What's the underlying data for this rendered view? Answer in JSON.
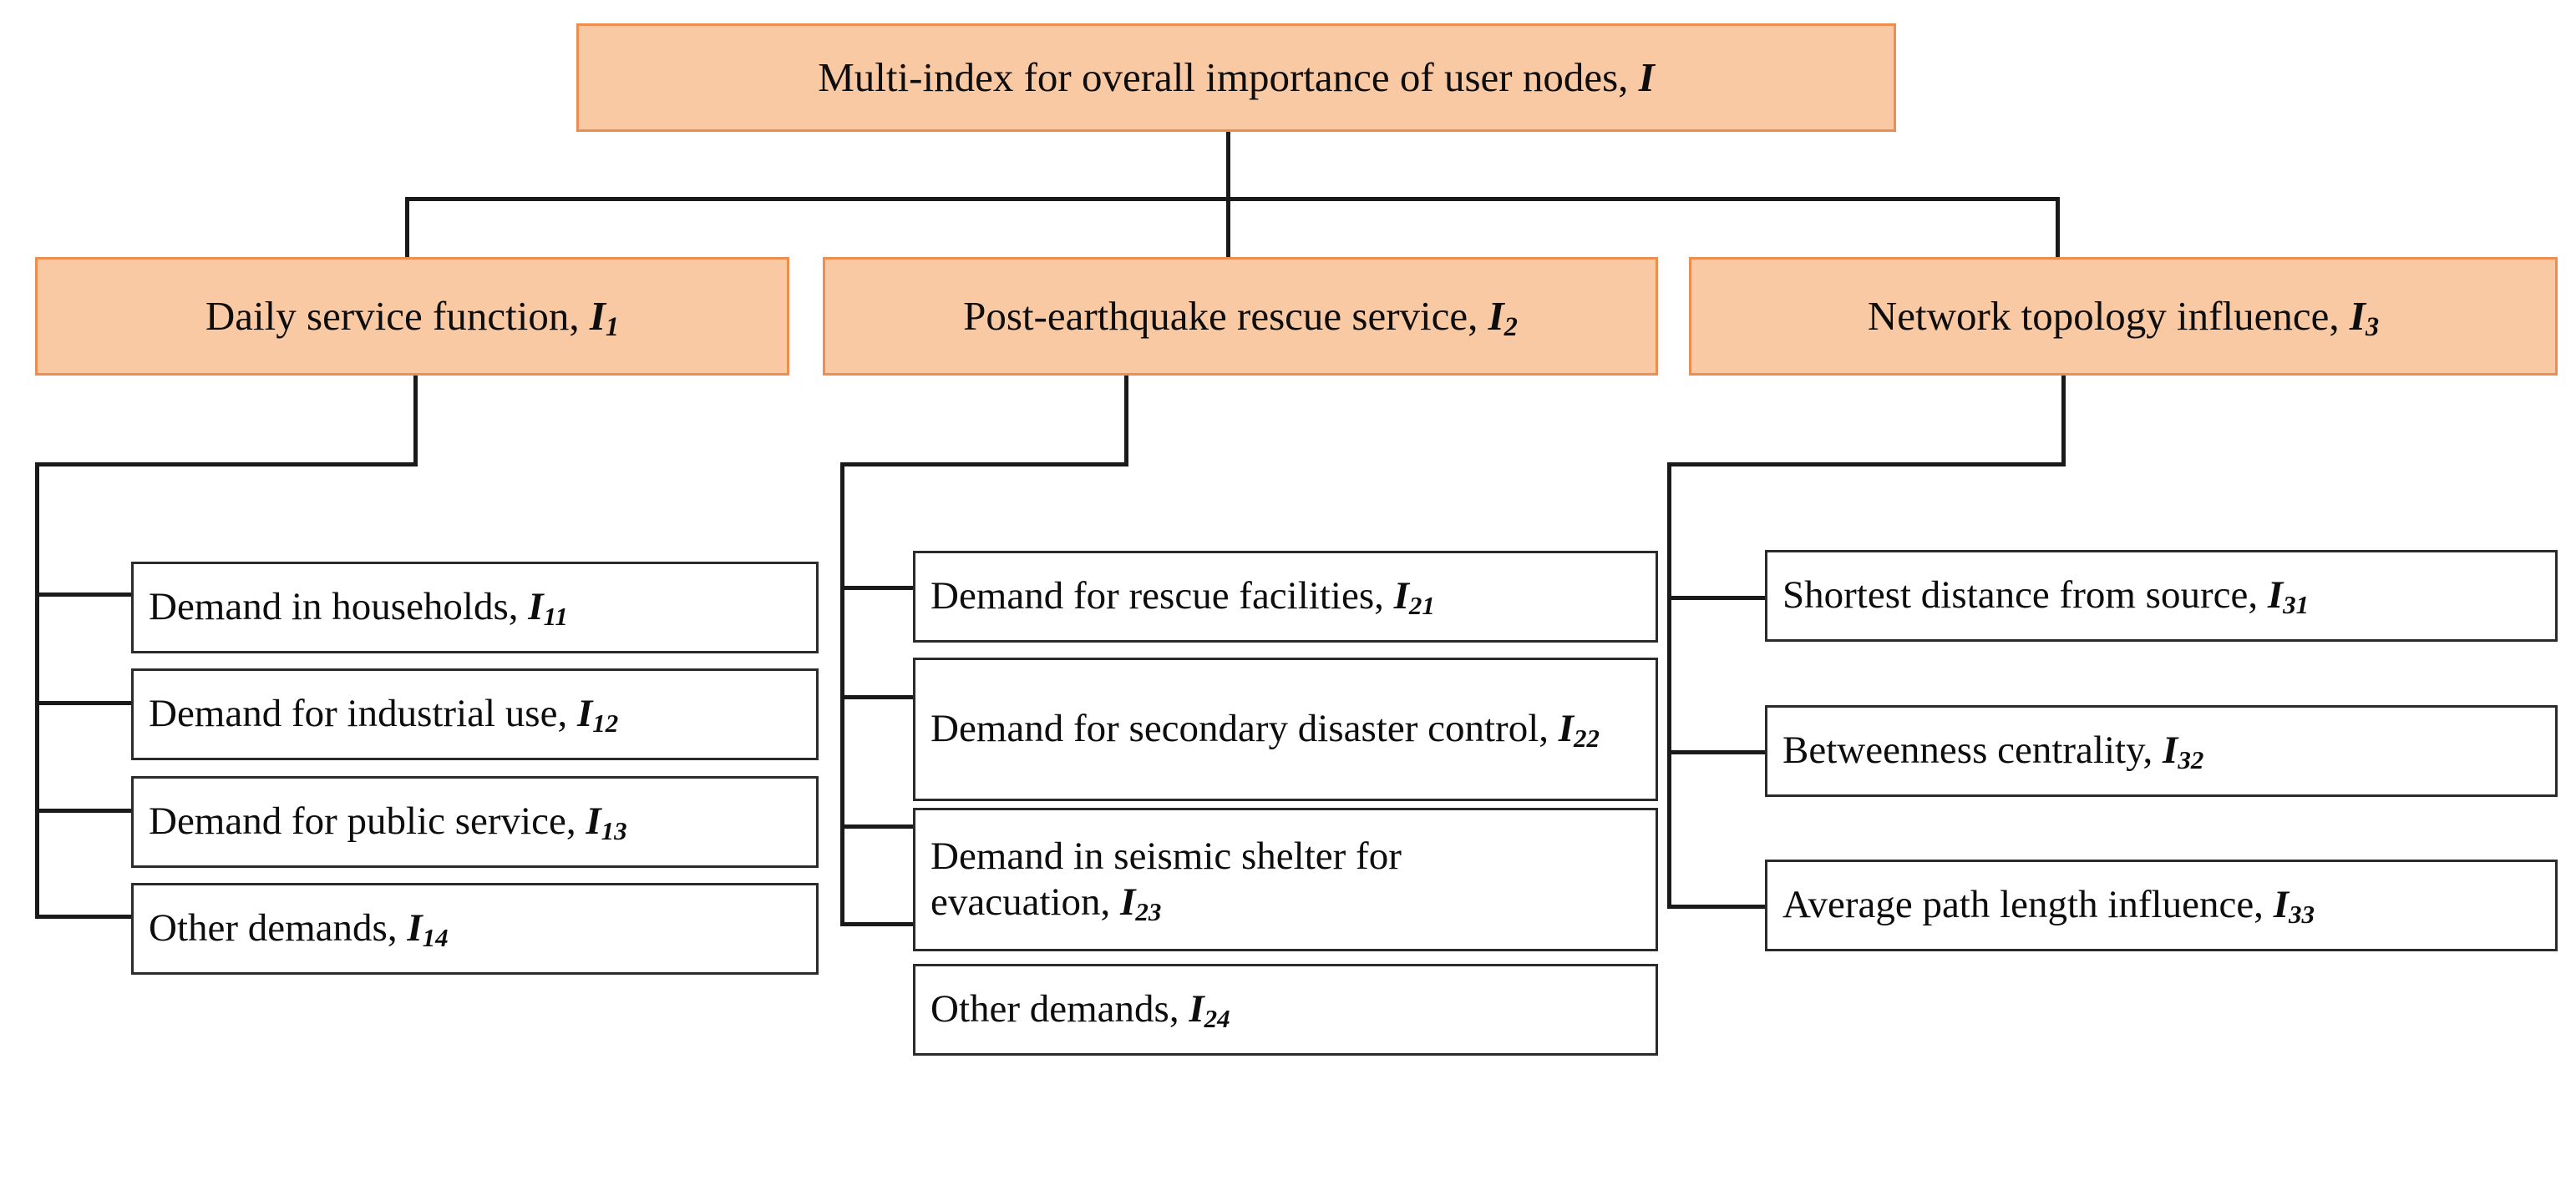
{
  "diagram": {
    "type": "hierarchy-tree",
    "title_node": {
      "id": "I",
      "label": "Multi-index for overall importance of user nodes,",
      "symbol": "I",
      "subscript": ""
    },
    "colors": {
      "orange_fill": "#F9C9A3",
      "orange_border": "#ED8D4F",
      "leaf_fill": "#FFFFFF",
      "leaf_border": "#2B2B2B",
      "connector": "#1A1A1A",
      "text": "#0D0D0D"
    },
    "branches": [
      {
        "id": "I1",
        "label": "Daily service function,",
        "symbol": "I",
        "subscript": "1",
        "children": [
          {
            "id": "I11",
            "label": "Demand in households,",
            "symbol": "I",
            "subscript": "11"
          },
          {
            "id": "I12",
            "label": "Demand for industrial use,",
            "symbol": "I",
            "subscript": "12"
          },
          {
            "id": "I13",
            "label": "Demand for public service,",
            "symbol": "I",
            "subscript": "13"
          },
          {
            "id": "I14",
            "label": "Other demands,",
            "symbol": "I",
            "subscript": "14"
          }
        ]
      },
      {
        "id": "I2",
        "label": "Post-earthquake rescue service,",
        "symbol": "I",
        "subscript": "2",
        "children": [
          {
            "id": "I21",
            "label": "Demand for rescue facilities,",
            "symbol": "I",
            "subscript": "21"
          },
          {
            "id": "I22",
            "label": "Demand for secondary disaster control,",
            "symbol": "I",
            "subscript": "22"
          },
          {
            "id": "I23",
            "label": "Demand in seismic shelter for evacuation,",
            "symbol": "I",
            "subscript": "23"
          },
          {
            "id": "I24",
            "label": "Other demands,",
            "symbol": "I",
            "subscript": "24"
          }
        ]
      },
      {
        "id": "I3",
        "label": "Network topology influence,",
        "symbol": "I",
        "subscript": "3",
        "children": [
          {
            "id": "I31",
            "label": "Shortest distance from source,",
            "symbol": "I",
            "subscript": "31"
          },
          {
            "id": "I32",
            "label": "Betweenness centrality,",
            "symbol": "I",
            "subscript": "32"
          },
          {
            "id": "I33",
            "label": "Average path length influence,",
            "symbol": "I",
            "subscript": "33"
          }
        ]
      }
    ]
  }
}
